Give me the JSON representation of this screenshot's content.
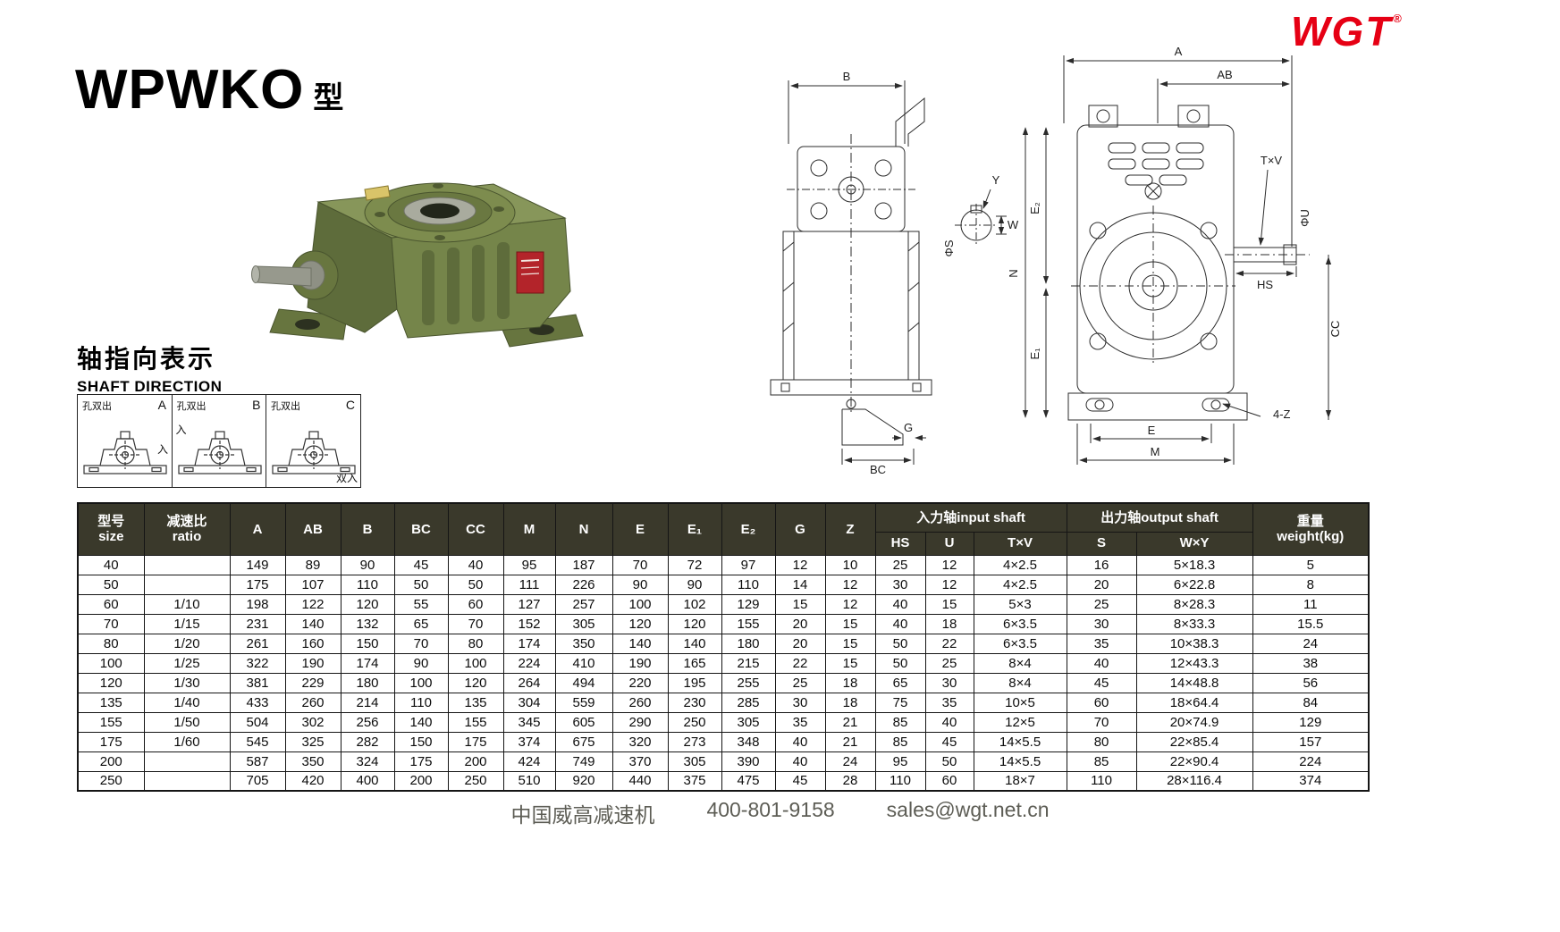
{
  "header": {
    "title": "WPWKO",
    "title_suffix": "型",
    "logo_text": "WGT",
    "logo_reg": "®"
  },
  "shaft_direction": {
    "heading_cn": "轴指向表示",
    "heading_en": "SHAFT DIRECTION",
    "variants": [
      {
        "label": "A",
        "hole_text": "孔双出",
        "entry_text": "入"
      },
      {
        "label": "B",
        "hole_text": "孔双出",
        "entry_text": "入"
      },
      {
        "label": "C",
        "hole_text": "孔双出",
        "entry_text": "双入"
      }
    ]
  },
  "drawing_left": {
    "labels": {
      "B": "B",
      "Y": "Y",
      "W": "W",
      "phi_s": "ΦS",
      "G": "G",
      "BC": "BC"
    }
  },
  "drawing_right": {
    "labels": {
      "A": "A",
      "AB": "AB",
      "TxV": "T×V",
      "phi_u": "ΦU",
      "HS": "HS",
      "CC": "CC",
      "N": "N",
      "E2": "E₂",
      "E1": "E₁",
      "E": "E",
      "M": "M",
      "four_z": "4-Z"
    }
  },
  "table": {
    "col_headers": {
      "size_cn": "型号",
      "size_en": "size",
      "ratio_cn": "减速比",
      "ratio_en": "ratio",
      "dims": [
        "A",
        "AB",
        "B",
        "BC",
        "CC",
        "M",
        "N",
        "E",
        "E₁",
        "E₂",
        "G",
        "Z"
      ],
      "input_group": "入力轴input shaft",
      "output_group": "出力轴output shaft",
      "input_sub": [
        "HS",
        "U",
        "T×V"
      ],
      "output_sub": [
        "S",
        "W×Y"
      ],
      "weight_cn": "重量",
      "weight_en": "weight(kg)"
    },
    "rows": [
      [
        "40",
        "",
        "149",
        "89",
        "90",
        "45",
        "40",
        "95",
        "187",
        "70",
        "72",
        "97",
        "12",
        "10",
        "25",
        "12",
        "4×2.5",
        "16",
        "5×18.3",
        "5"
      ],
      [
        "50",
        "",
        "175",
        "107",
        "110",
        "50",
        "50",
        "111",
        "226",
        "90",
        "90",
        "110",
        "14",
        "12",
        "30",
        "12",
        "4×2.5",
        "20",
        "6×22.8",
        "8"
      ],
      [
        "60",
        "1/10",
        "198",
        "122",
        "120",
        "55",
        "60",
        "127",
        "257",
        "100",
        "102",
        "129",
        "15",
        "12",
        "40",
        "15",
        "5×3",
        "25",
        "8×28.3",
        "11"
      ],
      [
        "70",
        "1/15",
        "231",
        "140",
        "132",
        "65",
        "70",
        "152",
        "305",
        "120",
        "120",
        "155",
        "20",
        "15",
        "40",
        "18",
        "6×3.5",
        "30",
        "8×33.3",
        "15.5"
      ],
      [
        "80",
        "1/20",
        "261",
        "160",
        "150",
        "70",
        "80",
        "174",
        "350",
        "140",
        "140",
        "180",
        "20",
        "15",
        "50",
        "22",
        "6×3.5",
        "35",
        "10×38.3",
        "24"
      ],
      [
        "100",
        "1/25",
        "322",
        "190",
        "174",
        "90",
        "100",
        "224",
        "410",
        "190",
        "165",
        "215",
        "22",
        "15",
        "50",
        "25",
        "8×4",
        "40",
        "12×43.3",
        "38"
      ],
      [
        "120",
        "1/30",
        "381",
        "229",
        "180",
        "100",
        "120",
        "264",
        "494",
        "220",
        "195",
        "255",
        "25",
        "18",
        "65",
        "30",
        "8×4",
        "45",
        "14×48.8",
        "56"
      ],
      [
        "135",
        "1/40",
        "433",
        "260",
        "214",
        "110",
        "135",
        "304",
        "559",
        "260",
        "230",
        "285",
        "30",
        "18",
        "75",
        "35",
        "10×5",
        "60",
        "18×64.4",
        "84"
      ],
      [
        "155",
        "1/50",
        "504",
        "302",
        "256",
        "140",
        "155",
        "345",
        "605",
        "290",
        "250",
        "305",
        "35",
        "21",
        "85",
        "40",
        "12×5",
        "70",
        "20×74.9",
        "129"
      ],
      [
        "175",
        "1/60",
        "545",
        "325",
        "282",
        "150",
        "175",
        "374",
        "675",
        "320",
        "273",
        "348",
        "40",
        "21",
        "85",
        "45",
        "14×5.5",
        "80",
        "22×85.4",
        "157"
      ],
      [
        "200",
        "",
        "587",
        "350",
        "324",
        "175",
        "200",
        "424",
        "749",
        "370",
        "305",
        "390",
        "40",
        "24",
        "95",
        "50",
        "14×5.5",
        "85",
        "22×90.4",
        "224"
      ],
      [
        "250",
        "",
        "705",
        "420",
        "400",
        "200",
        "250",
        "510",
        "920",
        "440",
        "375",
        "475",
        "45",
        "28",
        "110",
        "60",
        "18×7",
        "110",
        "28×116.4",
        "374"
      ]
    ]
  },
  "footer": {
    "company": "中国威高减速机",
    "phone": "400-801-9158",
    "email": "sales@wgt.net.cn"
  },
  "colors": {
    "logo_red": "#e60014",
    "table_header_bg": "#3a392b",
    "gearbox_green": "#75854a"
  }
}
